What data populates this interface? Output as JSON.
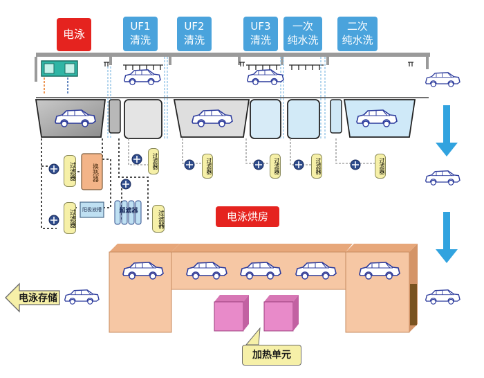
{
  "stations": {
    "ed": "电泳",
    "uf1": [
      "UF1",
      "清洗"
    ],
    "uf2": [
      "UF2",
      "清洗"
    ],
    "uf3": [
      "UF3",
      "清洗"
    ],
    "di1": [
      "一次",
      "纯水洗"
    ],
    "di2": [
      "二次",
      "纯水洗"
    ]
  },
  "equipment": {
    "filter": "过滤器",
    "heat_exchanger": "换热器",
    "anode": "阳极液槽",
    "ultrafilter": "超滤器"
  },
  "oven_label": "电泳烘房",
  "storage_label": "电泳存储",
  "heater_label": "加热单元",
  "colors": {
    "ed_red": "#e5231f",
    "station_blue": "#4aa3dc",
    "oven_peach": "#f6c7a4",
    "heater_pink": "#e88ac9",
    "arrow_blue": "#31a3df",
    "tag_yellow": "#f6f0a8"
  }
}
